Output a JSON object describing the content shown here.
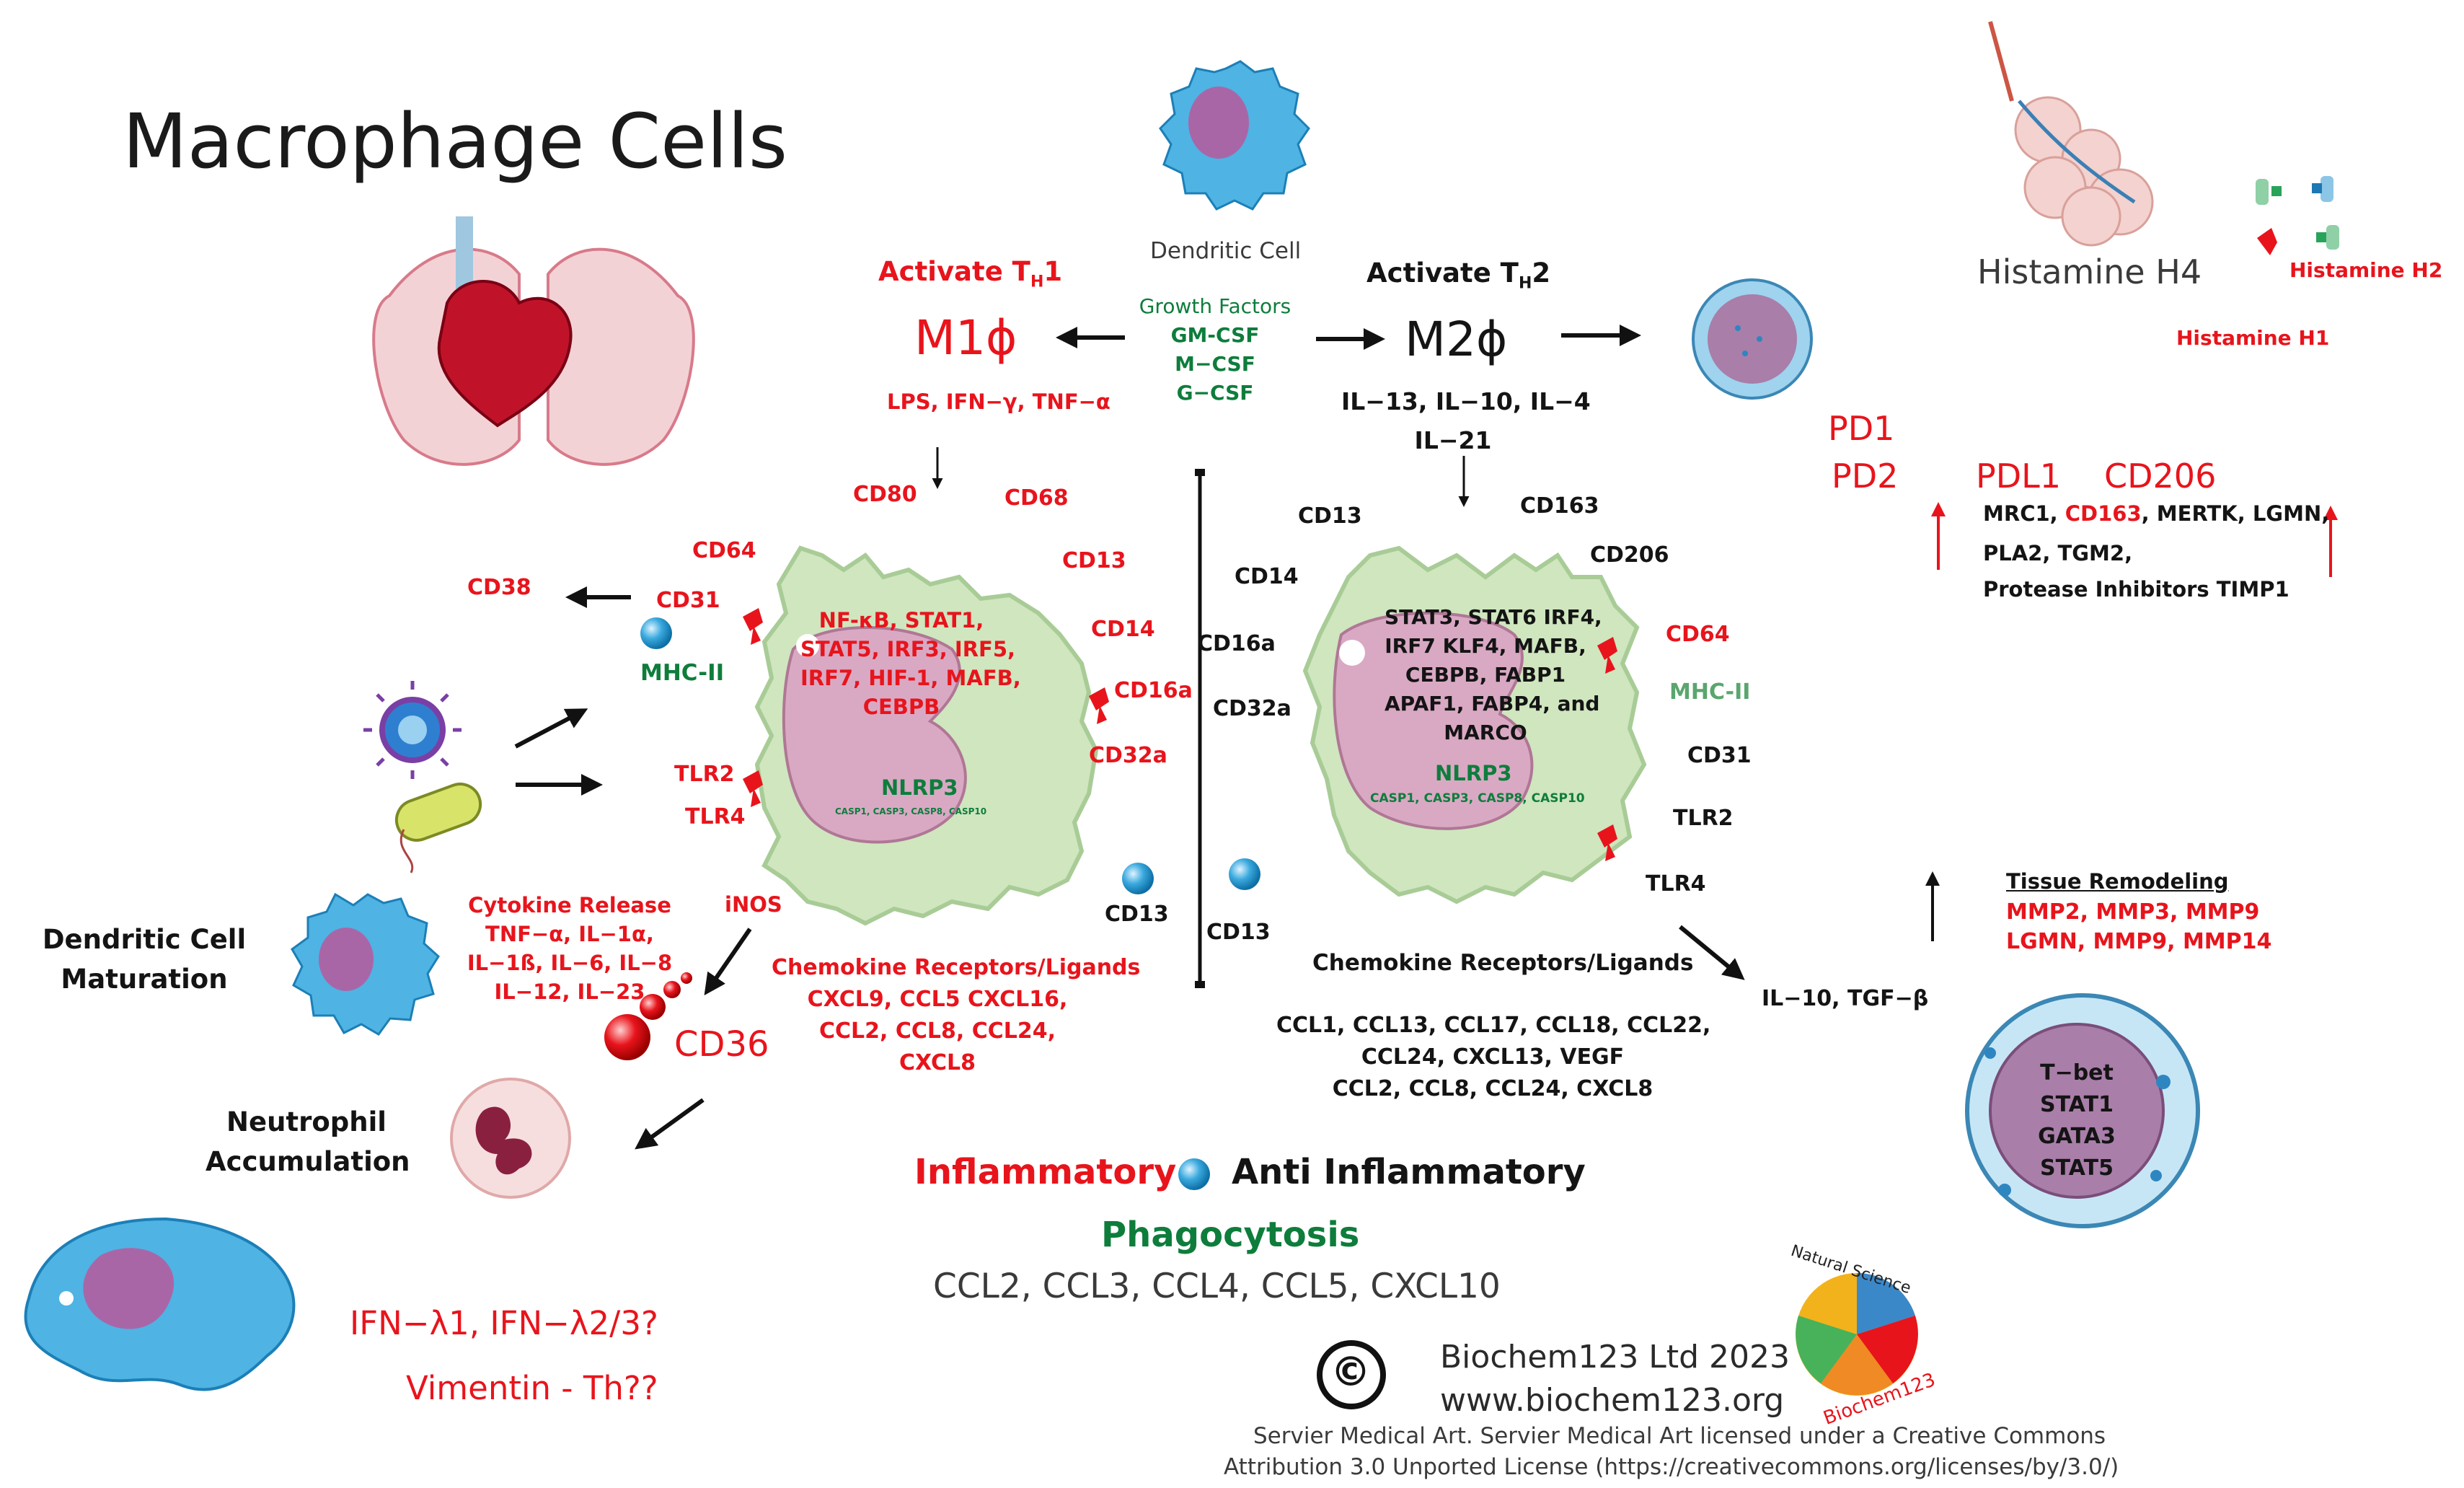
{
  "title": "Macrophage Cells",
  "top": {
    "dendritic_cell": "Dendritic Cell",
    "growth_factors": [
      "Growth Factors",
      "GM-CSF",
      "M−CSF",
      "G−CSF"
    ],
    "activate_th1": "Activate T",
    "activate_th1_sub": "H",
    "activate_th1_num": "1",
    "activate_th2": "Activate T",
    "activate_th2_sub": "H",
    "activate_th2_num": "2",
    "m1": "M1ϕ",
    "m2": "M2ϕ",
    "m1_inducers": "LPS, IFN−γ, TNF−α",
    "m2_inducers": [
      "IL−13, IL−10, IL−4",
      "IL−21"
    ]
  },
  "histamine": {
    "h4": "Histamine H4",
    "h2": "Histamine H2",
    "h1": "Histamine H1"
  },
  "right_markers": {
    "pd1": "PD1",
    "pd2": "PD2",
    "pdl1": "PDL1",
    "cd206": "CD206",
    "line1_a": "MRC1, ",
    "line1_b": "CD163",
    "line1_c": ", MERTK, LGMN,",
    "line2": "PLA2, TGM2,",
    "line3": "Protease Inhibitors TIMP1"
  },
  "m1_cell": {
    "markers": [
      "CD80",
      "CD68",
      "CD64",
      "CD13",
      "CD31",
      "CD14",
      "CD16a",
      "CD32a",
      "TLR2",
      "TLR4"
    ],
    "tf": [
      "NF-κB, STAT1,",
      "STAT5, IRF3, IRF5,",
      "IRF7, HIF-1, MAFB,",
      "CEBPB"
    ],
    "nlrp3": "NLRP3",
    "casp": "CASP1, CASP3, CASP8, CASP10",
    "mhc": "MHC-II",
    "cd38": "CD38"
  },
  "middle": {
    "cd13_left": "CD13",
    "cd13_mid": "CD13",
    "labels": [
      "CD13",
      "CD14",
      "CD16a",
      "CD32a"
    ]
  },
  "m2_cell": {
    "markers": [
      "CD163",
      "CD206",
      "CD64",
      "MHC-II",
      "CD31",
      "TLR2",
      "TLR4"
    ],
    "tf": [
      "STAT3, STAT6 IRF4,",
      "IRF7 KLF4, MAFB,",
      "CEBPB, FABP1",
      "APAF1, FABP4, and",
      "MARCO"
    ],
    "nlrp3": "NLRP3",
    "casp": "CASP1, CASP3, CASP8, CASP10"
  },
  "left": {
    "dc_maturation": [
      "Dendritic Cell",
      "Maturation"
    ],
    "cytokine": [
      "Cytokine Release",
      "TNF−α, IL−1α,",
      "IL−1ß, IL−6, IL−8",
      "IL−12, IL−23"
    ],
    "inos": "iNOS",
    "cd36": "CD36",
    "neutrophil": [
      "Neutrophil",
      "Accumulation"
    ],
    "ifn": "IFN−λ1, IFN−λ2/3?",
    "vimentin": "Vimentin - Th??"
  },
  "chemokines_m1": [
    "Chemokine Receptors/Ligands",
    "CXCL9, CCL5  CXCL16,",
    "CCL2, CCL8, CCL24,",
    "CXCL8"
  ],
  "chemokines_m2": [
    "Chemokine Receptors/Ligands",
    "CCL1, CCL13, CCL17, CCL18,  CCL22,",
    "CCL24, CXCL13, VEGF",
    "CCL2, CCL8, CCL24, CXCL8"
  ],
  "il10": "IL−10, TGF−β",
  "tissue": {
    "heading": "Tissue Remodeling",
    "l1": "MMP2, MMP3, MMP9",
    "l2": "LGMN, MMP9, MMP14"
  },
  "tcell": [
    "T−bet",
    "STAT1",
    "GATA3",
    "STAT5"
  ],
  "bottom": {
    "inflammatory": "Inflammatory",
    "anti": "Anti Inflammatory",
    "phago": "Phagocytosis",
    "ccl": "CCL2, CCL3, CCL4, CCL5, CXCL10",
    "copyright_symbol": "©",
    "company": "Biochem123 Ltd 2023",
    "url": "www.biochem123.org",
    "servier1": "Servier Medical Art. Servier Medical Art licensed under a Creative Commons",
    "servier2": "Attribution 3.0 Unported License (https://creativecommons.org/licenses/by/3.0/)",
    "logo_text_top": "Natural Science",
    "logo_text_bottom": "Biochem123"
  },
  "colors": {
    "red": "#e8141c",
    "green": "#0e7d3c",
    "cell_green": "#cfe6bf",
    "nucleus": "#d9a9c4",
    "blue": "#3aa9de"
  }
}
